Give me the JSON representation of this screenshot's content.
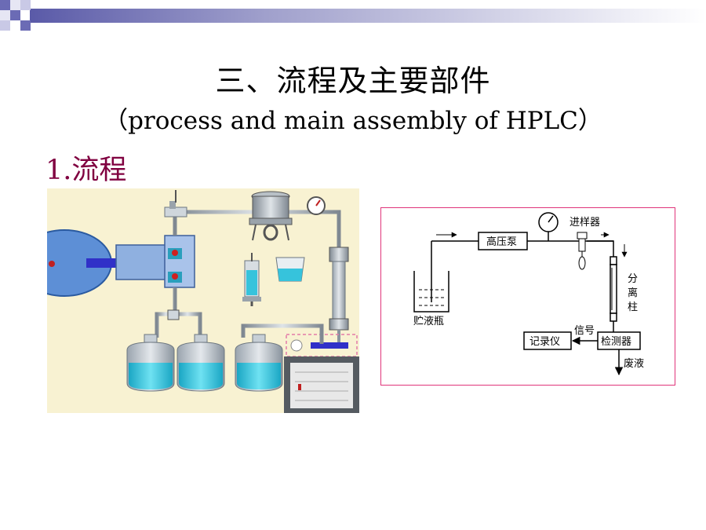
{
  "slide": {
    "title": "三、流程及主要部件",
    "subtitle": "（process and main assembly of HPLC）",
    "section_heading": "1.流程"
  },
  "flow_diagram": {
    "labels": {
      "pump": "高压泵",
      "injector": "进样器",
      "reservoir": "贮液瓶",
      "column_1": "分",
      "column_2": "离",
      "column_3": "柱",
      "recorder": "记录仪",
      "detector": "检测器",
      "signal": "信号",
      "waste": "废液"
    }
  },
  "colors": {
    "section_heading": "#800040",
    "flow_border": "#e0357a",
    "liquid": "#29c7e0",
    "photo_bg": "#f8f2d2"
  }
}
